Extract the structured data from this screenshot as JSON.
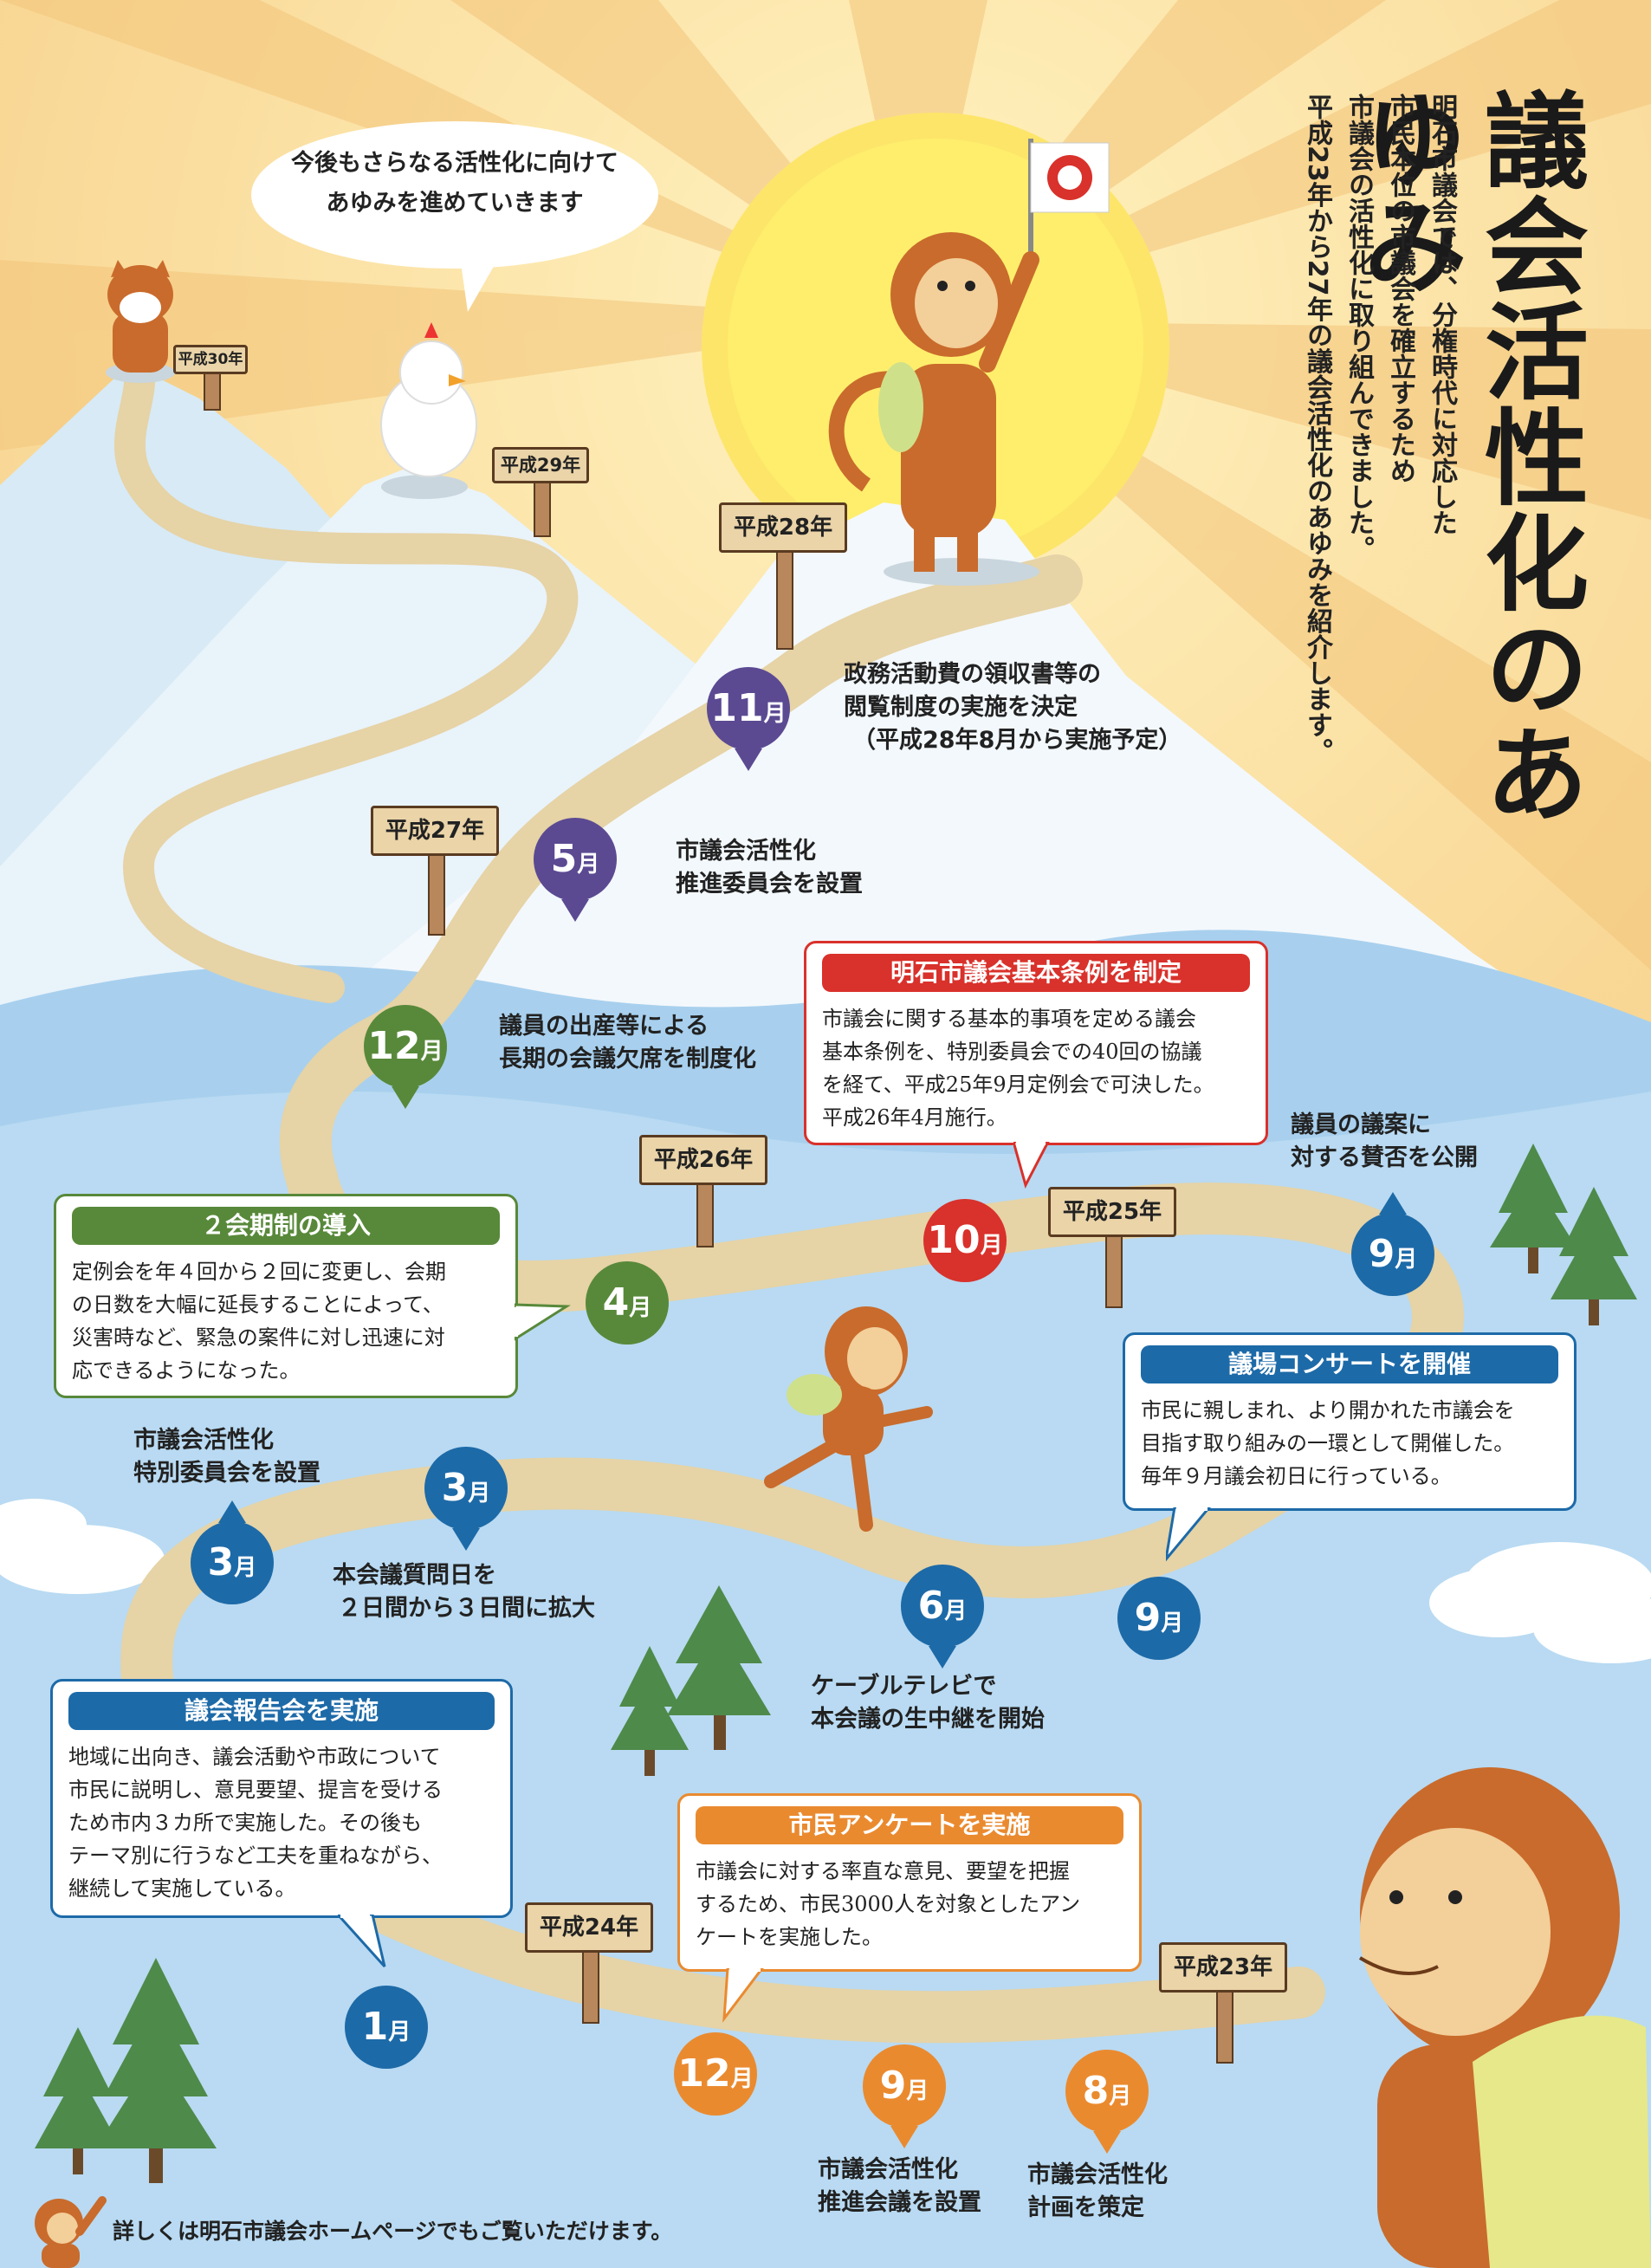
{
  "title": "議会活性化のあゆみ",
  "intro": [
    "明石市議会では、分権時代に対応した",
    "市民本位の市議会を確立するため",
    "市議会の活性化に取り組んできました。",
    "平成23年から27年の議会活性化のあゆみを紹介します。"
  ],
  "speech_bubble": [
    "今後もさらなる活性化に向けて",
    "あゆみを進めていきます"
  ],
  "year_signs": {
    "h30": "平成30年",
    "h29": "平成29年",
    "h28": "平成28年",
    "h27": "平成27年",
    "h26": "平成26年",
    "h25": "平成25年",
    "h24": "平成24年",
    "h23": "平成23年"
  },
  "month_unit": "月",
  "milestones": {
    "h28_11": {
      "month": "11",
      "text": [
        "政務活動費の領収書等の",
        "閲覧制度の実施を決定",
        "（平成28年8月から実施予定）"
      ]
    },
    "h27_5": {
      "month": "5",
      "text": [
        "市議会活性化",
        "推進委員会を設置"
      ]
    },
    "h26_12": {
      "month": "12",
      "text": [
        "議員の出産等による",
        "長期の会議欠席を制度化"
      ]
    },
    "h26_4": {
      "month": "4"
    },
    "h25_10": {
      "month": "10"
    },
    "h25_9a": {
      "month": "9",
      "text": [
        "議員の議案に",
        "対する賛否を公開"
      ]
    },
    "h25_3": {
      "month": "3",
      "text": [
        "本会議質問日を",
        "２日間から３日間に拡大"
      ]
    },
    "h24_3": {
      "month": "3",
      "text": [
        "市議会活性化",
        "特別委員会を設置"
      ]
    },
    "h24_6": {
      "month": "6",
      "text": [
        "ケーブルテレビで",
        "本会議の生中継を開始"
      ]
    },
    "h24_9": {
      "month": "9"
    },
    "h24_1": {
      "month": "1"
    },
    "h23_12": {
      "month": "12"
    },
    "h23_9": {
      "month": "9",
      "text": [
        "市議会活性化",
        "推進会議を設置"
      ]
    },
    "h23_8": {
      "month": "8",
      "text": [
        "市議会活性化",
        "計画を策定"
      ]
    }
  },
  "boxes": {
    "kihon": {
      "header": "明石市議会基本条例を制定",
      "body": [
        "市議会に関する基本的事項を定める議会",
        "基本条例を、特別委員会での40回の協議",
        "を経て、平成25年9月定例会で可決した。",
        "平成26年4月施行。"
      ]
    },
    "nikaiki": {
      "header": "２会期制の導入",
      "body": [
        "定例会を年４回から２回に変更し、会期",
        "の日数を大幅に延長することによって、",
        "災害時など、緊急の案件に対し迅速に対",
        "応できるようになった。"
      ]
    },
    "concert": {
      "header": "議場コンサートを開催",
      "body": [
        "市民に親しまれ、より開かれた市議会を",
        "目指す取り組みの一環として開催した。",
        "毎年９月議会初日に行っている。"
      ]
    },
    "houkoku": {
      "header": "議会報告会を実施",
      "body": [
        "地域に出向き、議会活動や市政について",
        "市民に説明し、意見要望、提言を受ける",
        "ため市内３カ所で実施した。その後も",
        "テーマ別に行うなど工夫を重ねながら、",
        "継続して実施している。"
      ]
    },
    "enquete": {
      "header": "市民アンケートを実施",
      "body": [
        "市議会に対する率直な意見、要望を把握",
        "するため、市民3000人を対象としたアン",
        "ケートを実施した。"
      ]
    }
  },
  "footer": "詳しくは明石市議会ホームページでもご覧いただけます。",
  "colors": {
    "purple": "#5b4a92",
    "blue": "#1d6aa8",
    "green": "#58893a",
    "red": "#d9312b",
    "orange": "#ea8a2f",
    "sky": "#bcdcf0",
    "path": "#e6d3a6"
  }
}
